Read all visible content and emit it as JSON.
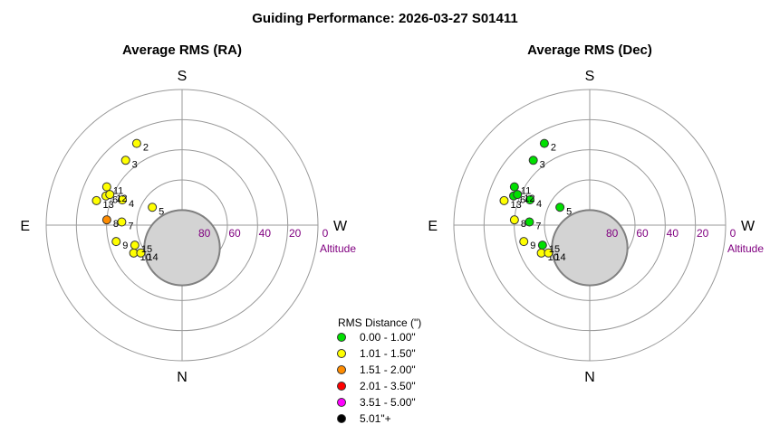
{
  "page_title": "Guiding Performance: 2026-03-27  S01411",
  "legend": {
    "title": "RMS Distance (\")",
    "items": [
      {
        "label": "0.00 - 1.00\"",
        "color": "#00e000"
      },
      {
        "label": "1.01 - 1.50\"",
        "color": "#ffff00"
      },
      {
        "label": "1.51 - 2.00\"",
        "color": "#ff8c00"
      },
      {
        "label": "2.01 - 3.50\"",
        "color": "#ff0000"
      },
      {
        "label": "3.51 - 5.00\"",
        "color": "#ff00ff"
      },
      {
        "label": "5.01\"+",
        "color": "#000000"
      }
    ]
  },
  "chart_data": [
    {
      "type": "scatter",
      "projection": "polar-altaz",
      "title": "Average RMS (RA)",
      "directions": {
        "top": "S",
        "bottom": "N",
        "left": "E",
        "right": "W"
      },
      "altitude_ticks": [
        "80",
        "60",
        "40",
        "20",
        "0"
      ],
      "altitude_label": "Altitude",
      "points": [
        {
          "label": "2",
          "alt": 28,
          "az": 151,
          "color": "#ffff00"
        },
        {
          "label": "3",
          "alt": 33,
          "az": 139,
          "color": "#ffff00"
        },
        {
          "label": "4",
          "alt": 47,
          "az": 113,
          "color": "#ffff00"
        },
        {
          "label": "5",
          "alt": 67,
          "az": 121,
          "color": "#ffff00"
        },
        {
          "label": "6",
          "alt": 36,
          "az": 111,
          "color": "#ffff00"
        },
        {
          "label": "7",
          "alt": 50,
          "az": 93,
          "color": "#ffff00"
        },
        {
          "label": "8",
          "alt": 40,
          "az": 94,
          "color": "#ff8c00"
        },
        {
          "label": "9",
          "alt": 45,
          "az": 76,
          "color": "#ffff00"
        },
        {
          "label": "10",
          "alt": 53,
          "az": 60,
          "color": "#ffff00"
        },
        {
          "label": "11",
          "alt": 34,
          "az": 117,
          "color": "#ffff00"
        },
        {
          "label": "12",
          "alt": 38,
          "az": 113,
          "color": "#ffff00"
        },
        {
          "label": "13",
          "alt": 31,
          "az": 106,
          "color": "#ffff00"
        },
        {
          "label": "14",
          "alt": 57,
          "az": 56,
          "color": "#ffff00"
        },
        {
          "label": "15",
          "alt": 56,
          "az": 67,
          "color": "#ffff00"
        }
      ],
      "excluded_zone": {
        "alt": 75,
        "az": 0,
        "radius_deg": 25
      }
    },
    {
      "type": "scatter",
      "projection": "polar-altaz",
      "title": "Average RMS (Dec)",
      "directions": {
        "top": "S",
        "bottom": "N",
        "left": "E",
        "right": "W"
      },
      "altitude_ticks": [
        "80",
        "60",
        "40",
        "20",
        "0"
      ],
      "altitude_label": "Altitude",
      "points": [
        {
          "label": "2",
          "alt": 28,
          "az": 151,
          "color": "#00e000"
        },
        {
          "label": "3",
          "alt": 33,
          "az": 139,
          "color": "#00e000"
        },
        {
          "label": "4",
          "alt": 47,
          "az": 113,
          "color": "#00e000"
        },
        {
          "label": "5",
          "alt": 67,
          "az": 121,
          "color": "#00e000"
        },
        {
          "label": "6",
          "alt": 36,
          "az": 111,
          "color": "#00e000"
        },
        {
          "label": "7",
          "alt": 50,
          "az": 93,
          "color": "#00e000"
        },
        {
          "label": "8",
          "alt": 40,
          "az": 94,
          "color": "#ffff00"
        },
        {
          "label": "9",
          "alt": 45,
          "az": 76,
          "color": "#ffff00"
        },
        {
          "label": "10",
          "alt": 53,
          "az": 60,
          "color": "#ffff00"
        },
        {
          "label": "11",
          "alt": 34,
          "az": 117,
          "color": "#00e000"
        },
        {
          "label": "12",
          "alt": 38,
          "az": 113,
          "color": "#00e000"
        },
        {
          "label": "13",
          "alt": 31,
          "az": 106,
          "color": "#ffff00"
        },
        {
          "label": "14",
          "alt": 57,
          "az": 56,
          "color": "#ffff00"
        },
        {
          "label": "15",
          "alt": 56,
          "az": 67,
          "color": "#00e000"
        }
      ],
      "excluded_zone": {
        "alt": 75,
        "az": 0,
        "radius_deg": 25
      }
    }
  ]
}
